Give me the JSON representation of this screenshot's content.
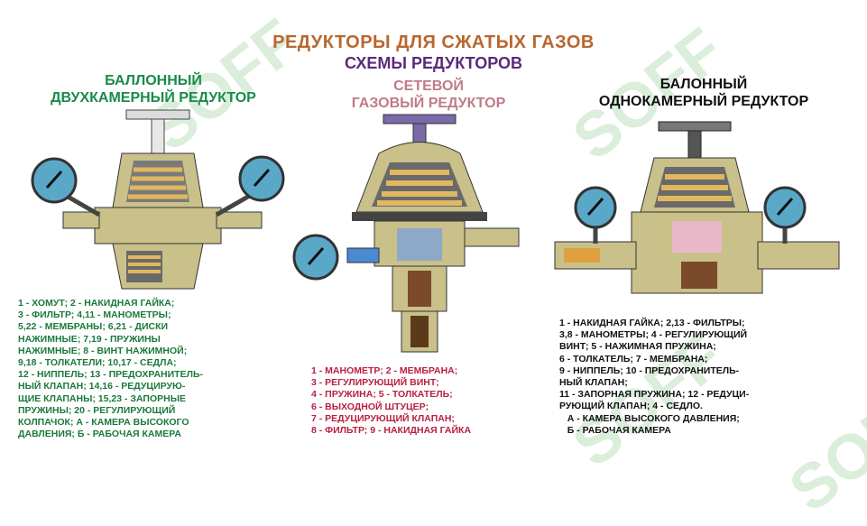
{
  "title": "РЕДУКТОРЫ ДЛЯ СЖАТЫХ ГАЗОВ",
  "subtitle": "СХЕМЫ РЕДУКТОРОВ",
  "headers": {
    "left": [
      "БАЛЛОННЫЙ",
      "ДВУХКАМЕРНЫЙ РЕДУКТОР"
    ],
    "middle": [
      "СЕТЕВОЙ",
      "ГАЗОВЫЙ РЕДУКТОР"
    ],
    "right": [
      "БАЛОННЫЙ",
      "ОДНОКАМЕРНЫЙ РЕДУКТОР"
    ]
  },
  "legend_left": [
    "1 - ХОМУТ; 2 - НАКИДНАЯ ГАЙКА;",
    "3 - ФИЛЬТР; 4,11 - МАНОМЕТРЫ;",
    "5,22 - МЕМБРАНЫ; 6,21 - ДИСКИ",
    "НАЖИМНЫЕ; 7,19 - ПРУЖИНЫ",
    "НАЖИМНЫЕ; 8 - ВИНТ НАЖИМНОЙ;",
    "9,18 - ТОЛКАТЕЛИ; 10,17 - СЕДЛА;",
    "12 - НИППЕЛЬ; 13 - ПРЕДОХРАНИТЕЛЬ-",
    "НЫЙ КЛАПАН; 14,16 - РЕДУЦИРУЮ-",
    "ЩИЕ КЛАПАНЫ; 15,23 - ЗАПОРНЫЕ",
    "ПРУЖИНЫ; 20 - РЕГУЛИРУЮЩИЙ",
    "КОЛПАЧОК; А - КАМЕРА ВЫСОКОГО",
    "ДАВЛЕНИЯ; Б - РАБОЧАЯ КАМЕРА"
  ],
  "legend_middle": [
    "1 - МАНОМЕТР; 2 - МЕМБРАНА;",
    "3 - РЕГУЛИРУЮЩИЙ ВИНТ;",
    "4 - ПРУЖИНА; 5 - ТОЛКАТЕЛЬ;",
    "6 - ВЫХОДНОЙ ШТУЦЕР;",
    "7 - РЕДУЦИРУЮЩИЙ КЛАПАН;",
    "8 - ФИЛЬТР; 9 - НАКИДНАЯ ГАЙКА"
  ],
  "legend_right": [
    "1 - НАКИДНАЯ ГАЙКА; 2,13 - ФИЛЬТРЫ;",
    "3,8 - МАНОМЕТРЫ; 4 - РЕГУЛИРУЮЩИЙ",
    "ВИНТ; 5 - НАЖИМНАЯ ПРУЖИНА;",
    "6 - ТОЛКАТЕЛЬ; 7 - МЕМБРАНА;",
    "9 - НИППЕЛЬ; 10 - ПРЕДОХРАНИТЕЛЬ-",
    "НЫЙ КЛАПАН;",
    "11 - ЗАПОРНАЯ ПРУЖИНА; 12 - РЕДУЦИ-",
    "РУЮЩИЙ КЛАПАН; 4 - СЕДЛО.",
    "   А - КАМЕРА ВЫСОКОГО ДАВЛЕНИЯ;",
    "   Б - РАБОЧАЯ КАМЕРА"
  ],
  "watermark": "SOFF",
  "colors": {
    "title": "#b8672f",
    "subtitle": "#5a2a7a",
    "header_left": "#1a8a4a",
    "header_middle": "#c07a8a",
    "legend_left": "#1a7a3a",
    "legend_middle": "#b82040",
    "body_metal": "#c9c08a",
    "gauge_face": "#5aa8c8",
    "spring": "#e0b860",
    "handle": "#7a6aa8"
  }
}
